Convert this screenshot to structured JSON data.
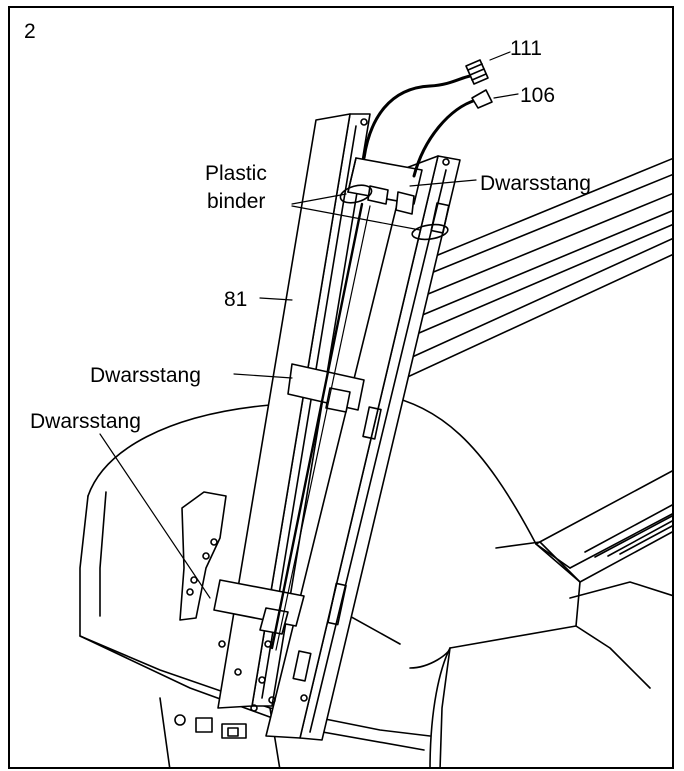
{
  "step_number": "2",
  "callouts": {
    "cable_111": "111",
    "cable_106": "106",
    "plastic_binder_line1": "Plastic",
    "plastic_binder_line2": "binder",
    "crossbar_top": "Dwarsstang",
    "upright_81": "81",
    "crossbar_middle": "Dwarsstang",
    "crossbar_bottom": "Dwarsstang"
  },
  "colors": {
    "line": "#000000",
    "background": "#ffffff"
  }
}
